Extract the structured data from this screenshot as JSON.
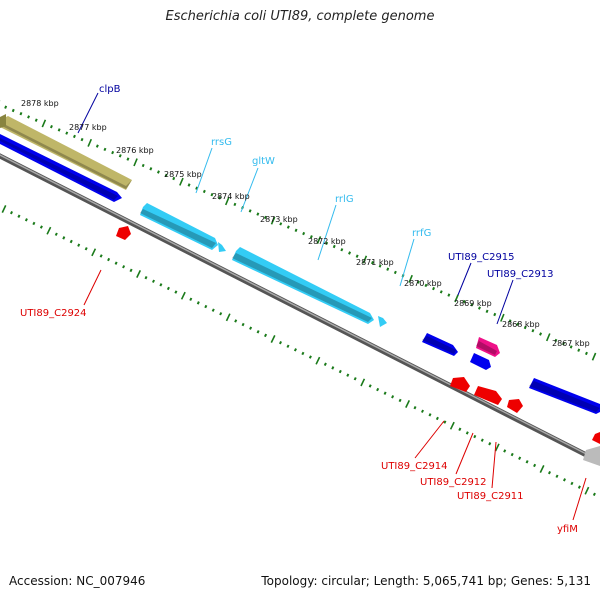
{
  "title": "Escherichia coli UTI89, complete genome",
  "footer": {
    "accession": "Accession: NC_007946",
    "stats": "Topology: circular; Length: 5,065,741 bp; Genes: 5,131"
  },
  "colors": {
    "tick": "#1a7a1a",
    "backbone": "#777777",
    "cds": "#0000ee",
    "rrna": "#33ccf5",
    "trna": "#bfb668",
    "misc": "#ee1188",
    "pseudo": "#ee0000",
    "gray": "#bbbbbb",
    "label_dark": "#00009f",
    "label_light": "#33bbee",
    "label_red": "#dd0000"
  },
  "kbp_labels": [
    "2878 kbp",
    "2877 kbp",
    "2876 kbp",
    "2875 kbp",
    "2874 kbp",
    "2873 kbp",
    "2872 kbp",
    "2871 kbp",
    "2870 kbp",
    "2869 kbp",
    "2868 kbp",
    "2867 kbp"
  ],
  "gene_labels": {
    "clpB": "clpB",
    "rrsG": "rrsG",
    "gltW": "gltW",
    "rrlG": "rrlG",
    "rrfG": "rrfG",
    "c2915": "UTI89_C2915",
    "c2913": "UTI89_C2913",
    "c2924": "UTI89_C2924",
    "c2914": "UTI89_C2914",
    "c2912": "UTI89_C2912",
    "c2911": "UTI89_C2911",
    "yfiM": "yfiM"
  }
}
